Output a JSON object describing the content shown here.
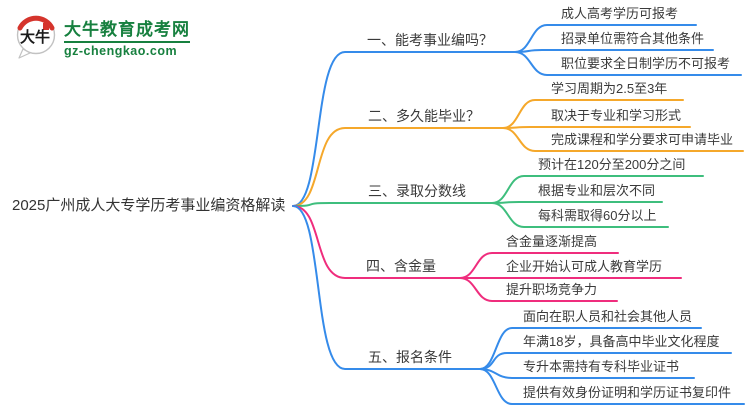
{
  "logo": {
    "icon_text": "大牛",
    "title": "大牛教育成考网",
    "domain": "gz-chengkao.com"
  },
  "topic": {
    "text": "2025广州成人大专学历考事业编资格解读"
  },
  "colors": {
    "blue": "#358BEA",
    "orange": "#F5A82B",
    "green": "#3EBE7D",
    "pink": "#EF2D7D",
    "logo_green": "#17803F",
    "text": "#3A3A3A"
  },
  "branches": [
    {
      "label": "一、能考事业编吗？",
      "color": "#358BEA",
      "children": [
        "成人高考学历可报考",
        "招录单位需符合其他条件",
        "职位要求全日制学历不可报考"
      ]
    },
    {
      "label": "二、多久能毕业？",
      "color": "#F5A82B",
      "children": [
        "学习周期为2.5至3年",
        "取决于专业和学习形式",
        "完成课程和学分要求可申请毕业"
      ]
    },
    {
      "label": "三、录取分数线",
      "color": "#3EBE7D",
      "children": [
        "预计在120分至200分之间",
        "根据专业和层次不同",
        "每科需取得60分以上"
      ]
    },
    {
      "label": "四、含金量",
      "color": "#EF2D7D",
      "children": [
        "含金量逐渐提高",
        "企业开始认可成人教育学历",
        "提升职场竞争力"
      ]
    },
    {
      "label": "五、报名条件",
      "color": "#358BEA",
      "children": [
        "面向在职人员和社会其他人员",
        "年满18岁，具备高中毕业文化程度",
        "专升本需持有专科毕业证书",
        "提供有效身份证明和学历证书复印件"
      ]
    }
  ]
}
